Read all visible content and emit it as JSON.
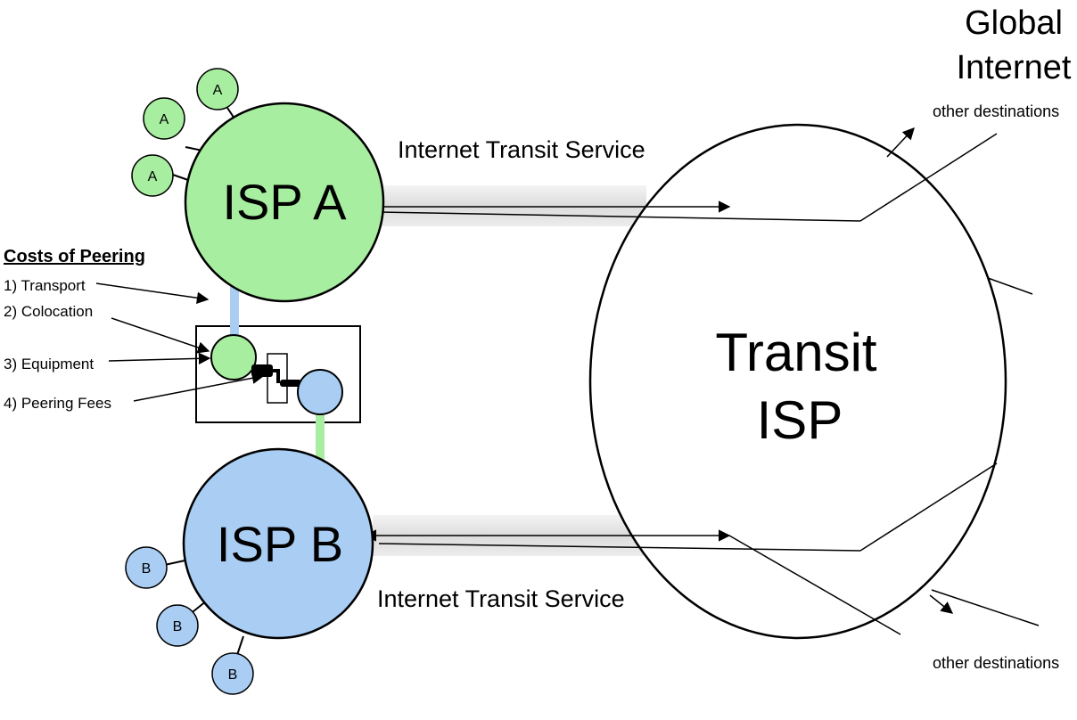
{
  "global_internet": {
    "line1": "Global",
    "line2": "Internet"
  },
  "transit_isp": {
    "line1": "Transit",
    "line2": "ISP"
  },
  "isp_a": {
    "label": "ISP A",
    "satellite_label": "A",
    "color": "#a8eea0"
  },
  "isp_b": {
    "label": "ISP B",
    "satellite_label": "B",
    "color": "#a9cdf3"
  },
  "transit_service_top": "Internet Transit Service",
  "transit_service_bottom": "Internet Transit Service",
  "other_destinations_top": "other destinations",
  "other_destinations_bottom": "other destinations",
  "costs": {
    "title": "Costs of Peering",
    "items": [
      "1) Transport",
      "2) Colocation",
      "3) Equipment",
      "4) Peering Fees"
    ]
  }
}
